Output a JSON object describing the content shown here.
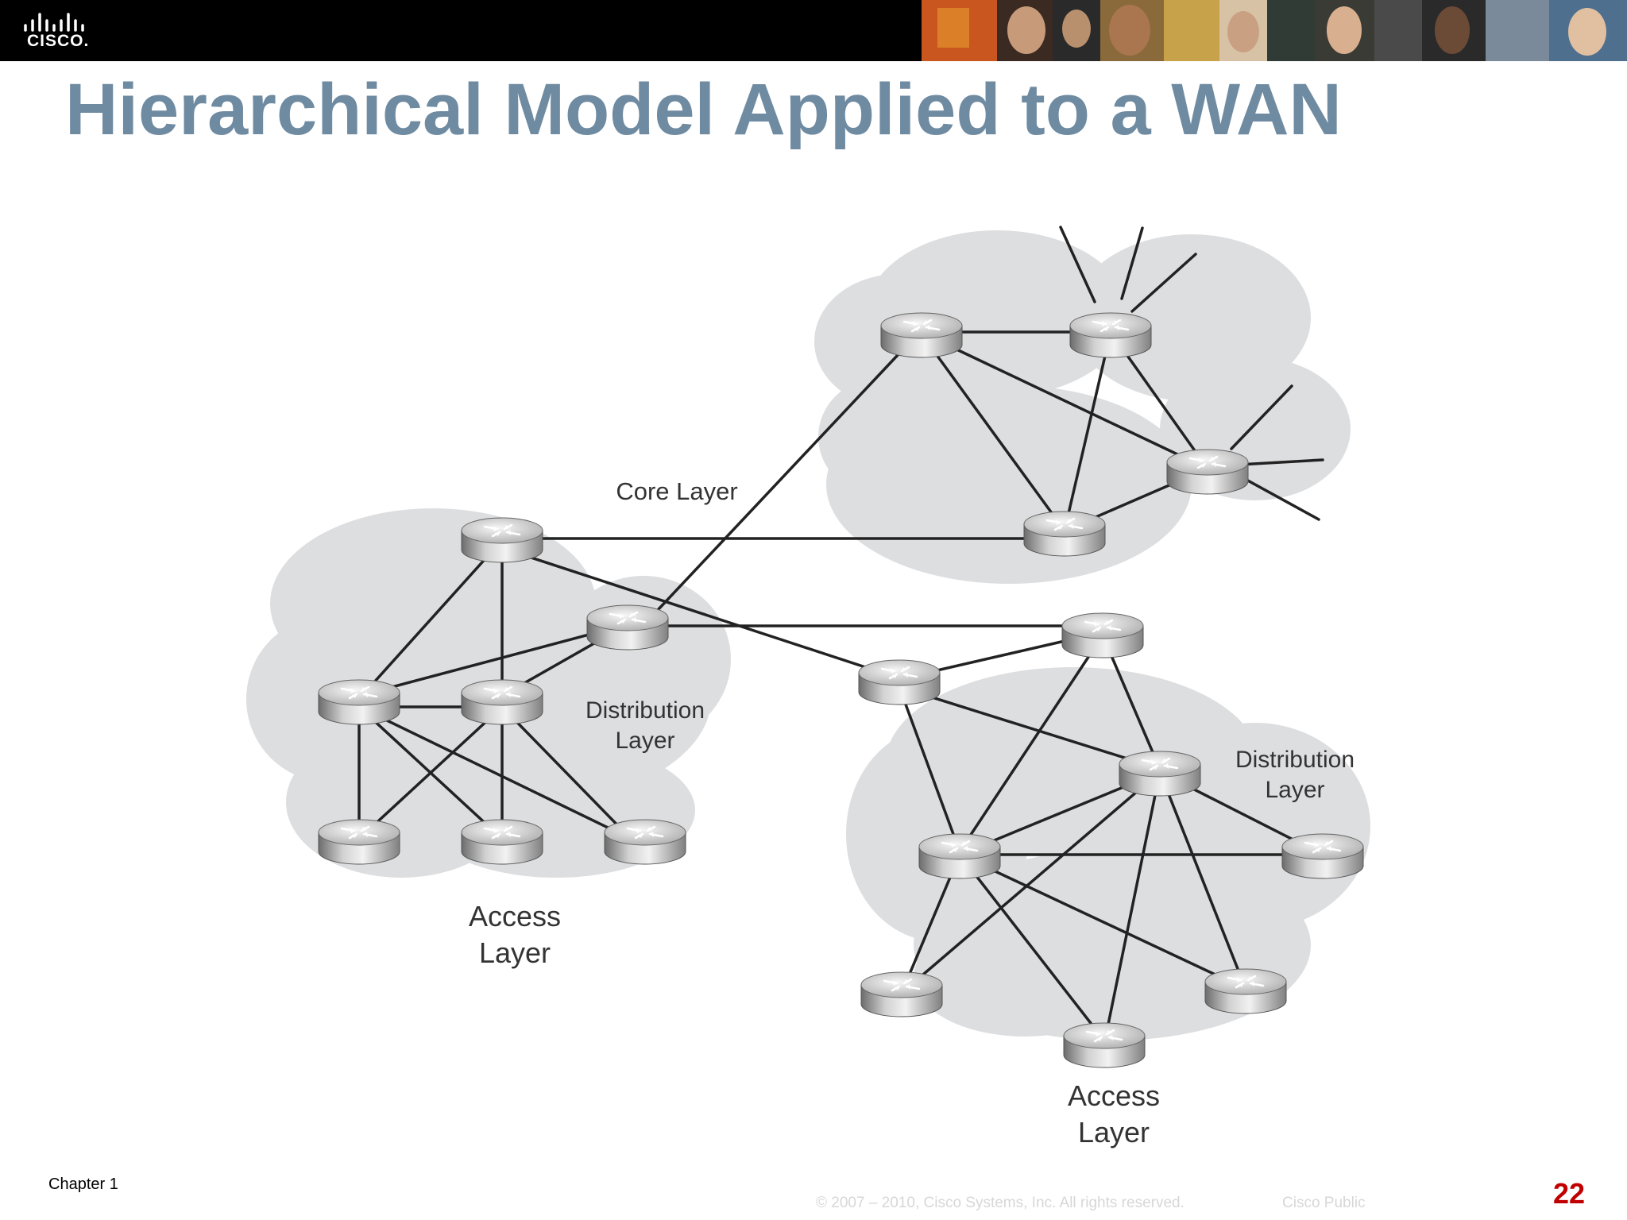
{
  "brand": {
    "logo_text": "CISCO."
  },
  "title": "Hierarchical Model Applied to a WAN",
  "diagram": {
    "core_label": "Core Layer",
    "left_distribution_label": [
      "Distribution",
      "Layer"
    ],
    "left_access_label": [
      "Access",
      "Layer"
    ],
    "right_distribution_label": [
      "Distribution",
      "Layer"
    ],
    "right_access_label": [
      "Access",
      "Layer"
    ]
  },
  "footer": {
    "chapter": "Chapter 1",
    "copyright": "© 2007 – 2010, Cisco Systems, Inc. All rights reserved.",
    "classification": "Cisco Public",
    "page": "22"
  }
}
